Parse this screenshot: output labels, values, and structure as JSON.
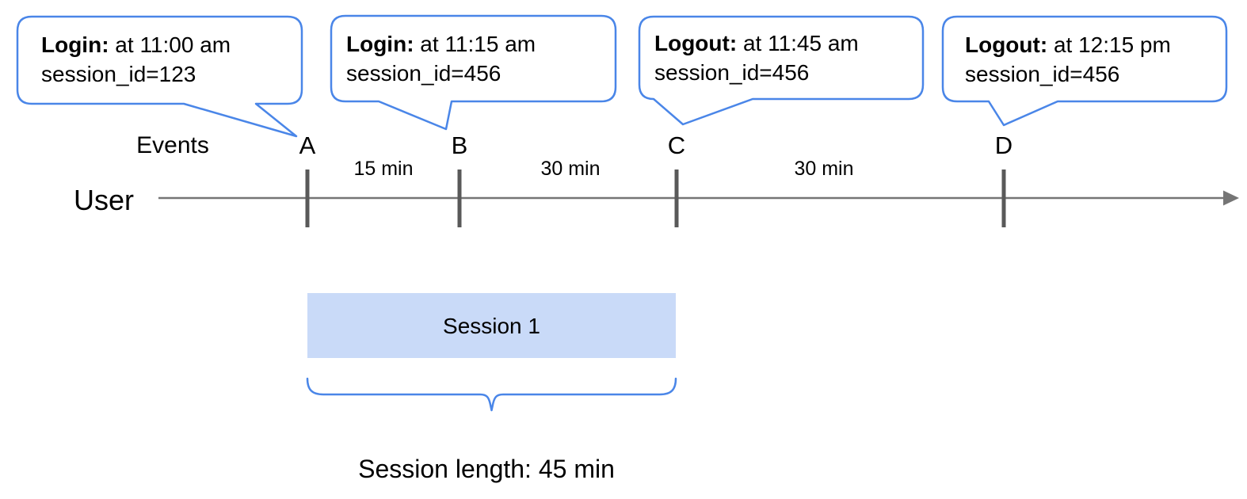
{
  "colors": {
    "accent_blue": "#4a86e8",
    "session_fill": "#c9daf8",
    "axis_gray": "#757575",
    "tick_gray": "#595959",
    "text_black": "#000000"
  },
  "callouts": [
    {
      "event_label": "Login:",
      "time_text": " at 11:00 am",
      "session_text": "session_id=123"
    },
    {
      "event_label": "Login:",
      "time_text": " at 11:15 am",
      "session_text": "session_id=456"
    },
    {
      "event_label": "Logout:",
      "time_text": " at 11:45 am",
      "session_text": "session_id=456"
    },
    {
      "event_label": "Logout:",
      "time_text": " at 12:15 pm",
      "session_text": "session_id=456"
    }
  ],
  "timeline": {
    "events_label": "Events",
    "user_label": "User",
    "event_markers": [
      "A",
      "B",
      "C",
      "D"
    ],
    "interval_labels": [
      "15 min",
      "30 min",
      "30 min"
    ]
  },
  "session": {
    "label": "Session 1",
    "length_label": "Session length: 45 min"
  }
}
